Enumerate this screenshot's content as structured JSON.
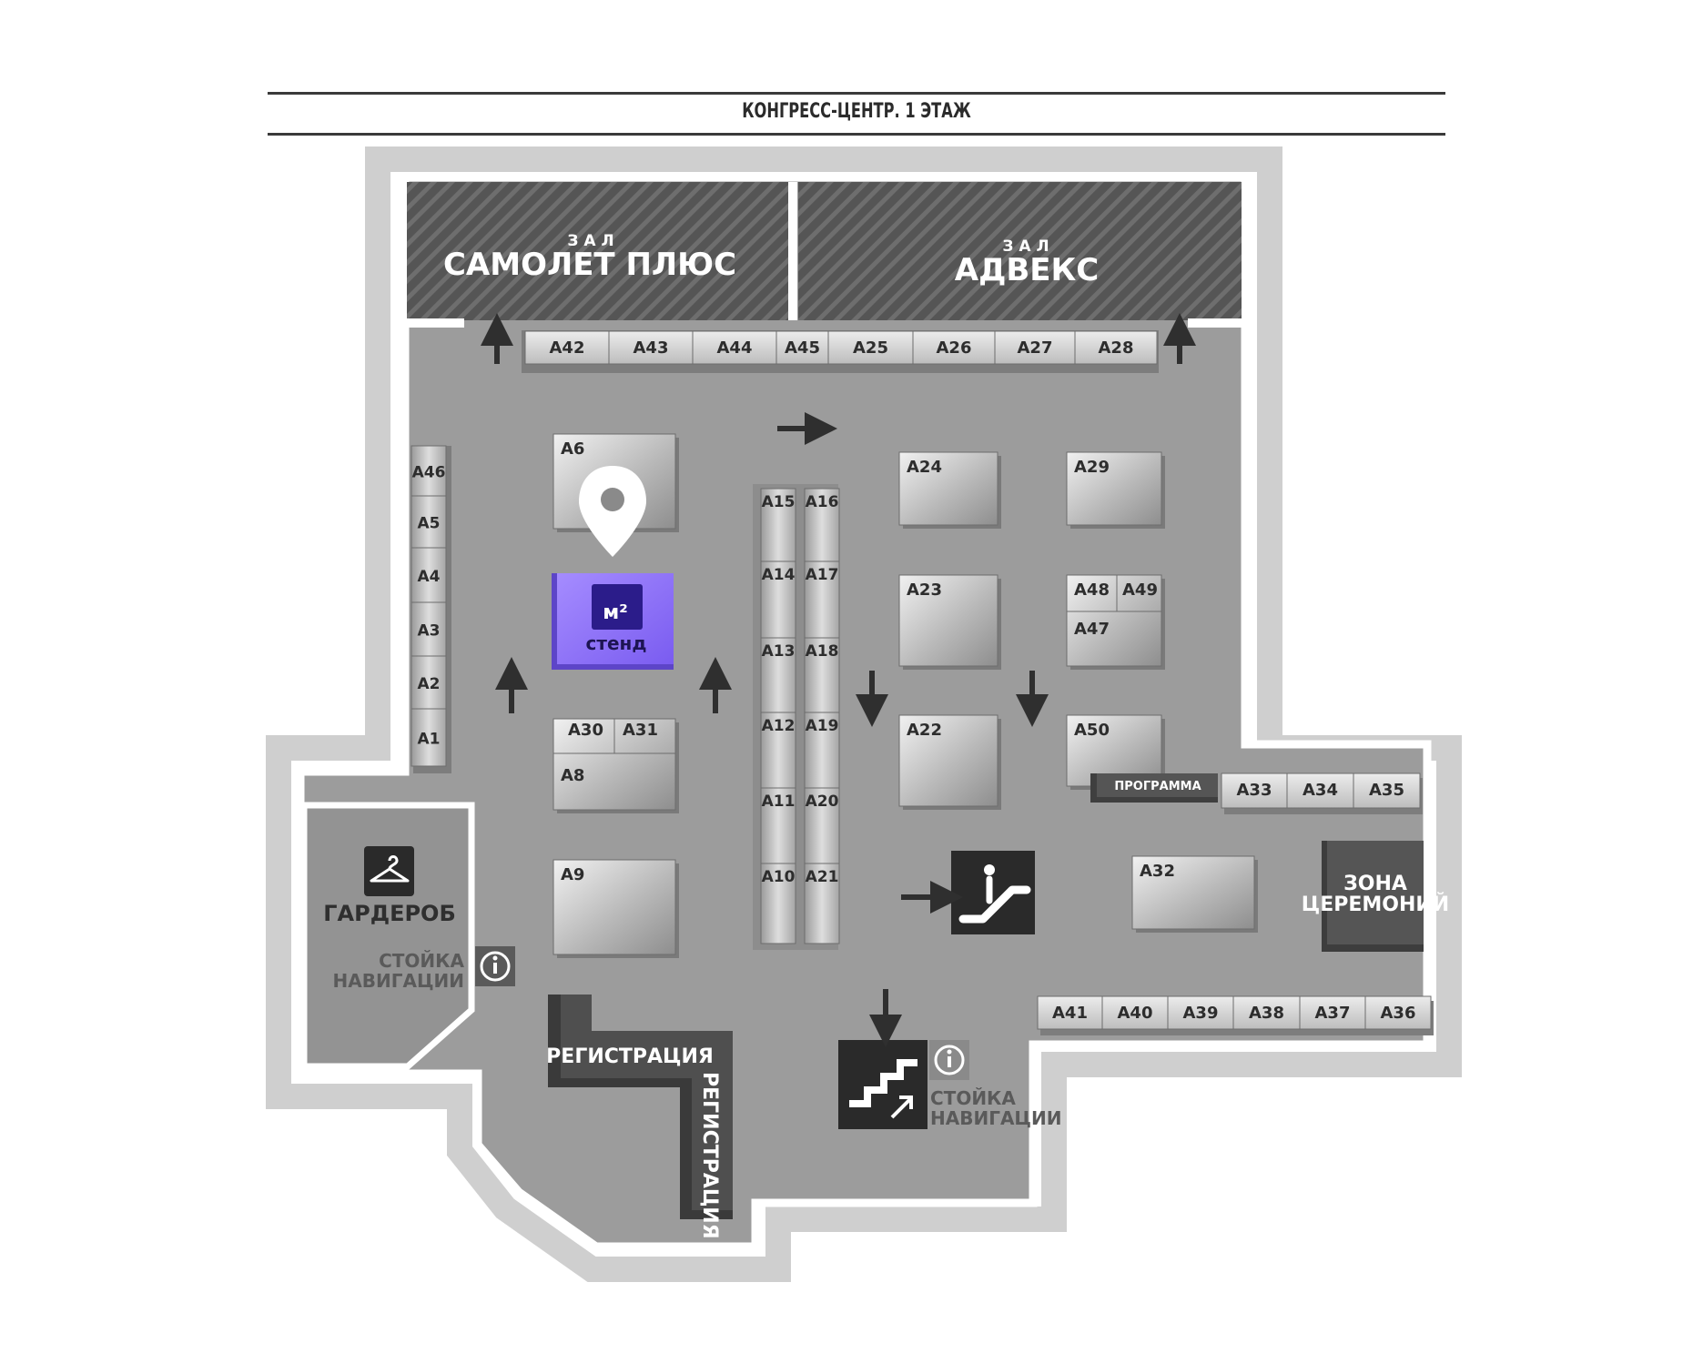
{
  "header": {
    "title": "КОНГРЕСС-ЦЕНТР. 1 ЭТАЖ"
  },
  "halls": {
    "left": {
      "sub": "ЗАЛ",
      "name": "САМОЛЕТ ПЛЮС"
    },
    "right": {
      "sub": "ЗАЛ",
      "name": "АДВЕКС"
    }
  },
  "top_row": [
    "A42",
    "A43",
    "A44",
    "A45",
    "A25",
    "A26",
    "A27",
    "A28"
  ],
  "left_column": [
    "A46",
    "A5",
    "A4",
    "A3",
    "A2",
    "A1"
  ],
  "center_left_column": [
    "A15",
    "A14",
    "A13",
    "A12",
    "A11",
    "A10"
  ],
  "center_right_column": [
    "A16",
    "A17",
    "A18",
    "A19",
    "A20",
    "A21"
  ],
  "booths": {
    "A6": "A6",
    "A30": "A30",
    "A31": "A31",
    "A8": "A8",
    "A9": "A9",
    "A24": "A24",
    "A23": "A23",
    "A22": "A22",
    "A29": "A29",
    "A48": "A48",
    "A49": "A49",
    "A47": "A47",
    "A50": "A50",
    "A32": "A32"
  },
  "right_row": [
    "A33",
    "A34",
    "A35"
  ],
  "bottom_row": [
    "A41",
    "A40",
    "A39",
    "A38",
    "A37",
    "A36"
  ],
  "highlight_booth": {
    "logo": "м²",
    "label": "стенд",
    "color": "#8b6bff"
  },
  "program": "ПРОГРАММА",
  "ceremony": {
    "line1": "ЗОНА",
    "line2": "ЦЕРЕМОНИЙ"
  },
  "wardrobe": "ГАРДЕРОБ",
  "nav_desk": {
    "line1": "СТОЙКА",
    "line2": "НАВИГАЦИИ"
  },
  "registration": "РЕГИСТРАЦИЯ",
  "icons": [
    "location-pin-icon",
    "hanger-icon",
    "info-icon",
    "escalator-icon",
    "stairs-icon",
    "arrow-icon"
  ]
}
